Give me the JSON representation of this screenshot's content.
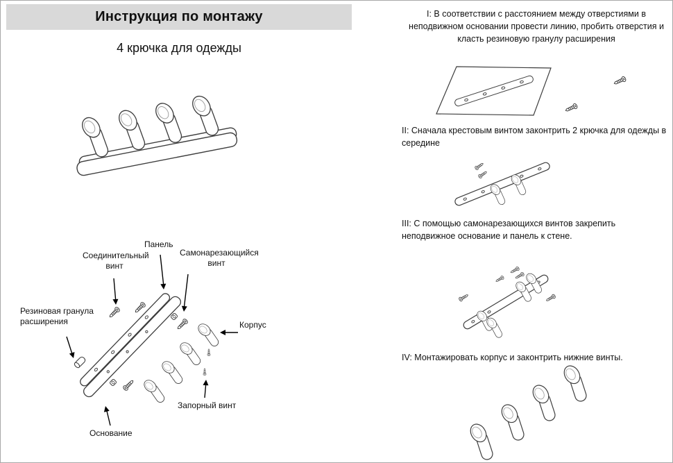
{
  "doc": {
    "title": "Инструкция по монтажу",
    "subtitle": "4 крючка для одежды"
  },
  "exploded": {
    "labels": {
      "panel": "Панель",
      "connecting_screw": "Соединительный винт",
      "self_tapping_screw": "Самонарезающийся винт",
      "rubber_plug": "Резиновая гранула расширения",
      "housing": "Корпус",
      "locking_screw": "Запорный винт",
      "base": "Основание"
    }
  },
  "steps": [
    {
      "text": "I: В соответствии с расстоянием между отверстиями в неподвижном основании провести линию, пробить отверстия и класть резиновую гранулу расширения"
    },
    {
      "text": "II: Сначала крестовым винтом законтрить 2 крючка для одежды в середине"
    },
    {
      "text": "III: С помощью самонарезающихся винтов закрепить неподвижное основание и панель к стене."
    },
    {
      "text": "IV: Монтажировать корпус и законтрить нижние винты."
    }
  ],
  "colors": {
    "header_bg": "#d9d9d9",
    "line_art": "#3d3d3d",
    "text": "#111111"
  }
}
